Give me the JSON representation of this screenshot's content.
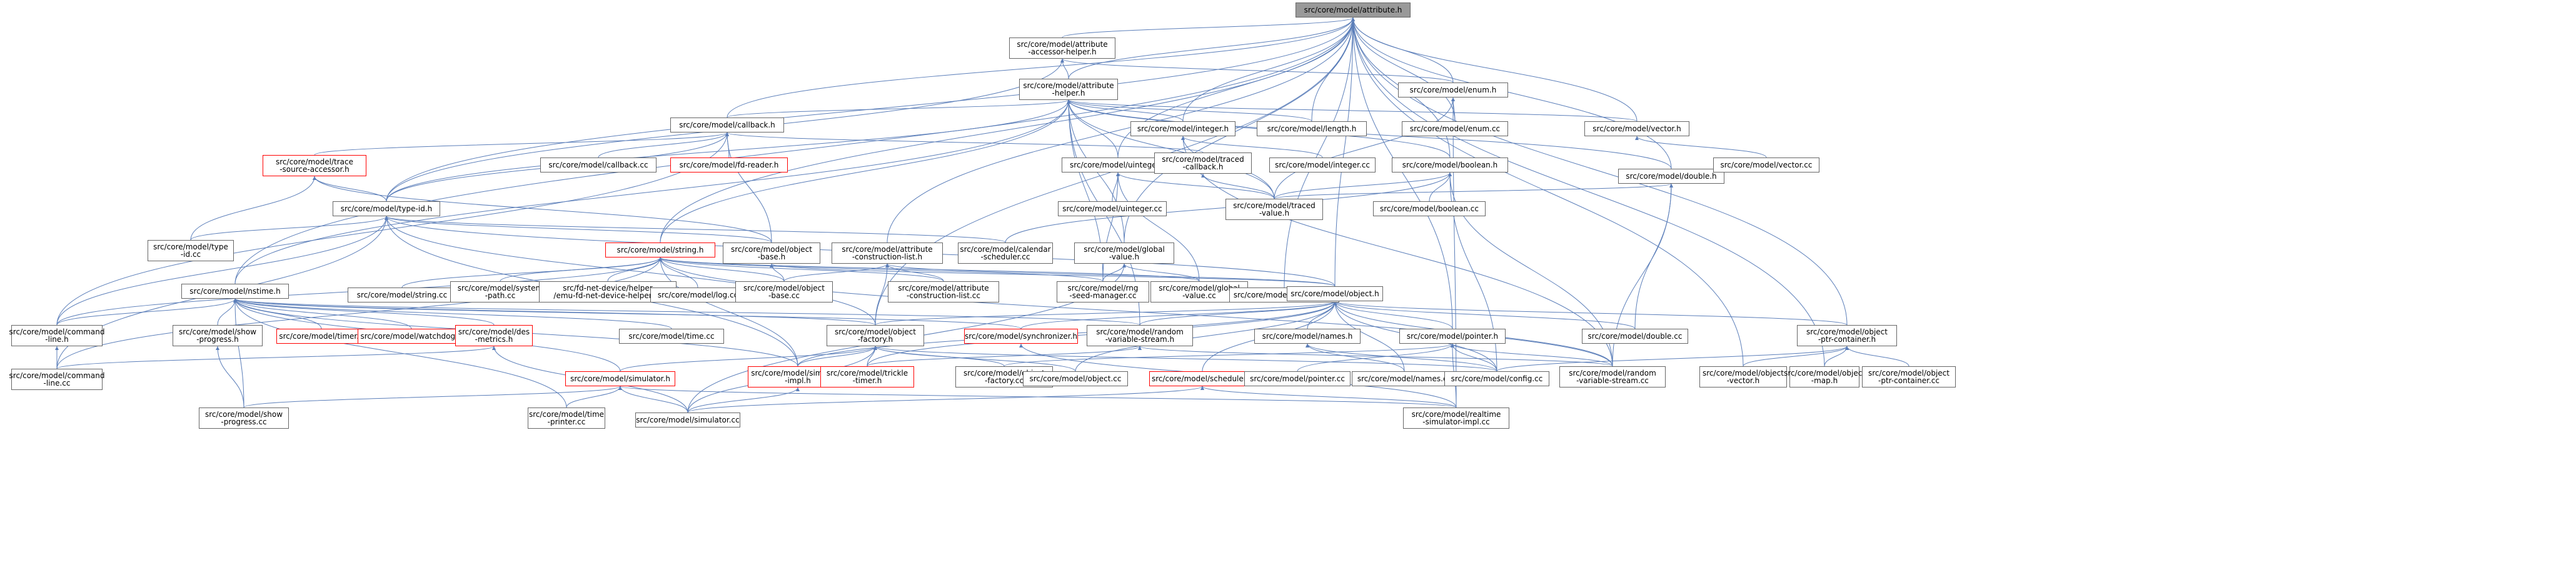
{
  "colors": {
    "edge": "#5b7eb9",
    "border": "#666666",
    "highlight": "#ff0000",
    "root_fill": "#999999"
  },
  "nodes": [
    {
      "id": "attribute_h",
      "label": "src/core/model/attribute.h",
      "style": "root"
    },
    {
      "id": "attribute_accessor_helper_h",
      "label": "src/core/model/attribute\n-accessor-helper.h"
    },
    {
      "id": "attribute_helper_h",
      "label": "src/core/model/attribute\n-helper.h"
    },
    {
      "id": "enum_h",
      "label": "src/core/model/enum.h"
    },
    {
      "id": "callback_h",
      "label": "src/core/model/callback.h"
    },
    {
      "id": "integer_h",
      "label": "src/core/model/integer.h"
    },
    {
      "id": "length_h",
      "label": "src/core/model/length.h"
    },
    {
      "id": "enum_cc",
      "label": "src/core/model/enum.cc"
    },
    {
      "id": "vector_h",
      "label": "src/core/model/vector.h"
    },
    {
      "id": "trace_source_accessor_h",
      "label": "src/core/model/trace\n-source-accessor.h",
      "style": "red"
    },
    {
      "id": "callback_cc",
      "label": "src/core/model/callback.cc"
    },
    {
      "id": "fd_reader_h",
      "label": "src/core/model/fd-reader.h",
      "style": "red"
    },
    {
      "id": "uinteger_h",
      "label": "src/core/model/uinteger.h"
    },
    {
      "id": "traced_callback_h",
      "label": "src/core/model/traced\n-callback.h"
    },
    {
      "id": "integer_cc",
      "label": "src/core/model/integer.cc"
    },
    {
      "id": "boolean_h",
      "label": "src/core/model/boolean.h"
    },
    {
      "id": "double_h",
      "label": "src/core/model/double.h"
    },
    {
      "id": "vector_cc",
      "label": "src/core/model/vector.cc"
    },
    {
      "id": "type_id_h",
      "label": "src/core/model/type-id.h"
    },
    {
      "id": "uinteger_cc",
      "label": "src/core/model/uinteger.cc"
    },
    {
      "id": "traced_value_h",
      "label": "src/core/model/traced\n-value.h"
    },
    {
      "id": "boolean_cc",
      "label": "src/core/model/boolean.cc"
    },
    {
      "id": "type_id_cc",
      "label": "src/core/model/type\n-id.cc"
    },
    {
      "id": "string_h",
      "label": "src/core/model/string.h",
      "style": "red"
    },
    {
      "id": "object_base_h",
      "label": "src/core/model/object\n-base.h"
    },
    {
      "id": "attribute_construction_list_h",
      "label": "src/core/model/attribute\n-construction-list.h"
    },
    {
      "id": "calendar_scheduler_cc",
      "label": "src/core/model/calendar\n-scheduler.cc"
    },
    {
      "id": "global_value_h",
      "label": "src/core/model/global\n-value.h"
    },
    {
      "id": "nstime_h",
      "label": "src/core/model/nstime.h"
    },
    {
      "id": "string_cc",
      "label": "src/core/model/string.cc"
    },
    {
      "id": "system_path_cc",
      "label": "src/core/model/system\n-path.cc"
    },
    {
      "id": "fd_net_device_helper_cc",
      "label": "src/fd-net-device/helper\n/emu-fd-net-device-helper.cc"
    },
    {
      "id": "log_cc",
      "label": "src/core/model/log.cc"
    },
    {
      "id": "object_base_cc",
      "label": "src/core/model/object\n-base.cc"
    },
    {
      "id": "attribute_construction_list_cc",
      "label": "src/core/model/attribute\n-construction-list.cc"
    },
    {
      "id": "rng_seed_manager_cc",
      "label": "src/core/model/rng\n-seed-manager.cc"
    },
    {
      "id": "global_value_cc",
      "label": "src/core/model/global\n-value.cc"
    },
    {
      "id": "attribute_cc",
      "label": "src/core/model/attribute.cc"
    },
    {
      "id": "object_h",
      "label": "src/core/model/object.h"
    },
    {
      "id": "command_line_h",
      "label": "src/core/model/command\n-line.h"
    },
    {
      "id": "show_progress_h",
      "label": "src/core/model/show\n-progress.h"
    },
    {
      "id": "timer_h",
      "label": "src/core/model/timer.h",
      "style": "red"
    },
    {
      "id": "watchdog_h",
      "label": "src/core/model/watchdog.h",
      "style": "red"
    },
    {
      "id": "des_metrics_h",
      "label": "src/core/model/des\n-metrics.h",
      "style": "red"
    },
    {
      "id": "time_cc",
      "label": "src/core/model/time.cc"
    },
    {
      "id": "object_factory_h",
      "label": "src/core/model/object\n-factory.h"
    },
    {
      "id": "synchronizer_h",
      "label": "src/core/model/synchronizer.h",
      "style": "red"
    },
    {
      "id": "random_variable_stream_h",
      "label": "src/core/model/random\n-variable-stream.h"
    },
    {
      "id": "names_h",
      "label": "src/core/model/names.h"
    },
    {
      "id": "pointer_h",
      "label": "src/core/model/pointer.h"
    },
    {
      "id": "double_cc",
      "label": "src/core/model/double.cc"
    },
    {
      "id": "object_ptr_container_h",
      "label": "src/core/model/object\n-ptr-container.h"
    },
    {
      "id": "command_line_cc",
      "label": "src/core/model/command\n-line.cc"
    },
    {
      "id": "simulator_h",
      "label": "src/core/model/simulator.h",
      "style": "red"
    },
    {
      "id": "simulator_impl_h",
      "label": "src/core/model/simulator\n-impl.h",
      "style": "red"
    },
    {
      "id": "trickle_timer_h",
      "label": "src/core/model/trickle\n-timer.h",
      "style": "red"
    },
    {
      "id": "object_factory_cc",
      "label": "src/core/model/object\n-factory.cc"
    },
    {
      "id": "object_cc",
      "label": "src/core/model/object.cc"
    },
    {
      "id": "scheduler_h",
      "label": "src/core/model/scheduler.h",
      "style": "red"
    },
    {
      "id": "pointer_cc",
      "label": "src/core/model/pointer.cc"
    },
    {
      "id": "names_cc",
      "label": "src/core/model/names.cc"
    },
    {
      "id": "config_cc",
      "label": "src/core/model/config.cc"
    },
    {
      "id": "random_variable_stream_cc",
      "label": "src/core/model/random\n-variable-stream.cc"
    },
    {
      "id": "object_vector_h",
      "label": "src/core/model/object\n-vector.h"
    },
    {
      "id": "object_map_h",
      "label": "src/core/model/object\n-map.h"
    },
    {
      "id": "object_ptr_container_cc",
      "label": "src/core/model/object\n-ptr-container.cc"
    },
    {
      "id": "show_progress_cc",
      "label": "src/core/model/show\n-progress.cc"
    },
    {
      "id": "time_printer_cc",
      "label": "src/core/model/time\n-printer.cc"
    },
    {
      "id": "simulator_cc",
      "label": "src/core/model/simulator.cc"
    },
    {
      "id": "realtime_simulator_impl_cc",
      "label": "src/core/model/realtime\n-simulator-impl.cc"
    }
  ],
  "edges": [
    [
      "attribute_h",
      "attribute_accessor_helper_h"
    ],
    [
      "attribute_h",
      "attribute_helper_h"
    ],
    [
      "attribute_h",
      "enum_h"
    ],
    [
      "attribute_h",
      "callback_h"
    ],
    [
      "attribute_h",
      "integer_h"
    ],
    [
      "attribute_h",
      "length_h"
    ],
    [
      "attribute_h",
      "vector_h"
    ],
    [
      "attribute_h",
      "uinteger_h"
    ],
    [
      "attribute_h",
      "boolean_h"
    ],
    [
      "attribute_h",
      "double_h"
    ],
    [
      "attribute_h",
      "type_id_h"
    ],
    [
      "attribute_h",
      "attribute_construction_list_h"
    ],
    [
      "attribute_h",
      "global_value_h"
    ],
    [
      "attribute_h",
      "nstime_h"
    ],
    [
      "attribute_h",
      "object_h"
    ],
    [
      "attribute_h",
      "pointer_h"
    ],
    [
      "attribute_h",
      "object_ptr_container_h"
    ],
    [
      "attribute_h",
      "attribute_cc"
    ],
    [
      "attribute_h",
      "object_vector_h"
    ],
    [
      "attribute_h",
      "object_map_h"
    ],
    [
      "attribute_h",
      "string_h"
    ],
    [
      "attribute_h",
      "object_factory_h"
    ],
    [
      "attribute_h",
      "enum_cc"
    ],
    [
      "attribute_accessor_helper_h",
      "attribute_helper_h"
    ],
    [
      "attribute_accessor_helper_h",
      "enum_h"
    ],
    [
      "attribute_accessor_helper_h",
      "type_id_h"
    ],
    [
      "attribute_helper_h",
      "callback_h"
    ],
    [
      "attribute_helper_h",
      "integer_h"
    ],
    [
      "attribute_helper_h",
      "length_h"
    ],
    [
      "attribute_helper_h",
      "vector_h"
    ],
    [
      "attribute_helper_h",
      "uinteger_h"
    ],
    [
      "attribute_helper_h",
      "boolean_h"
    ],
    [
      "attribute_helper_h",
      "double_h"
    ],
    [
      "attribute_helper_h",
      "type_id_h"
    ],
    [
      "attribute_helper_h",
      "string_h"
    ],
    [
      "attribute_helper_h",
      "nstime_h"
    ],
    [
      "attribute_helper_h",
      "global_value_h"
    ],
    [
      "attribute_helper_h",
      "random_variable_stream_h"
    ],
    [
      "attribute_helper_h",
      "traced_value_h"
    ],
    [
      "attribute_helper_h",
      "rng_seed_manager_cc"
    ],
    [
      "enum_h",
      "enum_cc"
    ],
    [
      "enum_h",
      "traced_value_h"
    ],
    [
      "enum_h",
      "realtime_simulator_impl_cc"
    ],
    [
      "callback_h",
      "trace_source_accessor_h"
    ],
    [
      "callback_h",
      "callback_cc"
    ],
    [
      "callback_h",
      "fd_reader_h"
    ],
    [
      "callback_h",
      "traced_callback_h"
    ],
    [
      "callback_h",
      "type_id_h"
    ],
    [
      "callback_h",
      "object_base_h"
    ],
    [
      "callback_h",
      "command_line_h"
    ],
    [
      "integer_h",
      "integer_cc"
    ],
    [
      "integer_h",
      "traced_value_h"
    ],
    [
      "integer_h",
      "random_variable_stream_cc"
    ],
    [
      "vector_h",
      "vector_cc"
    ],
    [
      "trace_source_accessor_h",
      "type_id_h"
    ],
    [
      "trace_source_accessor_h",
      "type_id_cc"
    ],
    [
      "trace_source_accessor_h",
      "object_base_h"
    ],
    [
      "uinteger_h",
      "uinteger_cc"
    ],
    [
      "uinteger_h",
      "traced_value_h"
    ],
    [
      "uinteger_h",
      "global_value_cc"
    ],
    [
      "uinteger_h",
      "rng_seed_manager_cc"
    ],
    [
      "traced_callback_h",
      "traced_value_h"
    ],
    [
      "boolean_h",
      "boolean_cc"
    ],
    [
      "boolean_h",
      "traced_value_h"
    ],
    [
      "boolean_h",
      "calendar_scheduler_cc"
    ],
    [
      "boolean_h",
      "random_variable_stream_cc"
    ],
    [
      "boolean_h",
      "config_cc"
    ],
    [
      "double_h",
      "traced_value_h"
    ],
    [
      "double_h",
      "double_cc"
    ],
    [
      "double_h",
      "random_variable_stream_cc"
    ],
    [
      "type_id_h",
      "type_id_cc"
    ],
    [
      "type_id_h",
      "object_base_h"
    ],
    [
      "type_id_h",
      "calendar_scheduler_cc"
    ],
    [
      "type_id_h",
      "command_line_h"
    ],
    [
      "type_id_h",
      "command_line_cc"
    ],
    [
      "type_id_h",
      "object_h"
    ],
    [
      "type_id_h",
      "object_factory_h"
    ],
    [
      "type_id_h",
      "simulator_impl_h"
    ],
    [
      "string_h",
      "string_cc"
    ],
    [
      "string_h",
      "system_path_cc"
    ],
    [
      "string_h",
      "fd_net_device_helper_cc"
    ],
    [
      "string_h",
      "log_cc"
    ],
    [
      "string_h",
      "object_base_cc"
    ],
    [
      "string_h",
      "attribute_construction_list_cc"
    ],
    [
      "string_h",
      "command_line_h"
    ],
    [
      "string_h",
      "command_line_cc"
    ],
    [
      "string_h",
      "global_value_cc"
    ],
    [
      "string_h",
      "rng_seed_manager_cc"
    ],
    [
      "string_h",
      "random_variable_stream_cc"
    ],
    [
      "string_h",
      "simulator_impl_h"
    ],
    [
      "object_base_h",
      "object_base_cc"
    ],
    [
      "object_base_h",
      "object_h"
    ],
    [
      "attribute_construction_list_h",
      "attribute_construction_list_cc"
    ],
    [
      "attribute_construction_list_h",
      "object_base_cc"
    ],
    [
      "attribute_construction_list_h",
      "object_factory_h"
    ],
    [
      "attribute_construction_list_h",
      "object_h"
    ],
    [
      "global_value_h",
      "global_value_cc"
    ],
    [
      "global_value_h",
      "rng_seed_manager_cc"
    ],
    [
      "global_value_h",
      "simulator_cc"
    ],
    [
      "nstime_h",
      "command_line_h"
    ],
    [
      "nstime_h",
      "show_progress_h"
    ],
    [
      "nstime_h",
      "timer_h"
    ],
    [
      "nstime_h",
      "watchdog_h"
    ],
    [
      "nstime_h",
      "des_metrics_h"
    ],
    [
      "nstime_h",
      "time_cc"
    ],
    [
      "nstime_h",
      "object_factory_h"
    ],
    [
      "nstime_h",
      "synchronizer_h"
    ],
    [
      "nstime_h",
      "simulator_h"
    ],
    [
      "nstime_h",
      "simulator_impl_h"
    ],
    [
      "nstime_h",
      "show_progress_cc"
    ],
    [
      "nstime_h",
      "time_printer_cc"
    ],
    [
      "nstime_h",
      "random_variable_stream_h"
    ],
    [
      "command_line_h",
      "command_line_cc"
    ],
    [
      "show_progress_h",
      "show_progress_cc"
    ],
    [
      "des_metrics_h",
      "command_line_cc"
    ],
    [
      "des_metrics_h",
      "simulator_cc"
    ],
    [
      "object_h",
      "object_factory_h"
    ],
    [
      "object_h",
      "synchronizer_h"
    ],
    [
      "object_h",
      "random_variable_stream_h"
    ],
    [
      "object_h",
      "names_h"
    ],
    [
      "object_h",
      "pointer_h"
    ],
    [
      "object_h",
      "double_cc"
    ],
    [
      "object_h",
      "object_ptr_container_h"
    ],
    [
      "object_h",
      "scheduler_h"
    ],
    [
      "object_h",
      "object_cc"
    ],
    [
      "object_h",
      "config_cc"
    ],
    [
      "object_h",
      "simulator_impl_h"
    ],
    [
      "object_h",
      "trickle_timer_h"
    ],
    [
      "object_h",
      "random_variable_stream_cc"
    ],
    [
      "object_h",
      "names_cc"
    ],
    [
      "object_factory_h",
      "simulator_h"
    ],
    [
      "object_factory_h",
      "simulator_impl_h"
    ],
    [
      "object_factory_h",
      "trickle_timer_h"
    ],
    [
      "object_factory_h",
      "object_factory_cc"
    ],
    [
      "object_factory_h",
      "object_cc"
    ],
    [
      "object_factory_h",
      "config_cc"
    ],
    [
      "object_factory_h",
      "simulator_cc"
    ],
    [
      "synchronizer_h",
      "realtime_simulator_impl_cc"
    ],
    [
      "random_variable_stream_h",
      "random_variable_stream_cc"
    ],
    [
      "random_variable_stream_h",
      "trickle_timer_h"
    ],
    [
      "names_h",
      "names_cc"
    ],
    [
      "names_h",
      "config_cc"
    ],
    [
      "pointer_h",
      "pointer_cc"
    ],
    [
      "pointer_h",
      "config_cc"
    ],
    [
      "pointer_h",
      "random_variable_stream_cc"
    ],
    [
      "pointer_h",
      "realtime_simulator_impl_cc"
    ],
    [
      "pointer_h",
      "object_factory_cc"
    ],
    [
      "object_ptr_container_h",
      "object_vector_h"
    ],
    [
      "object_ptr_container_h",
      "object_map_h"
    ],
    [
      "object_ptr_container_h",
      "object_ptr_container_cc"
    ],
    [
      "object_ptr_container_h",
      "config_cc"
    ],
    [
      "simulator_h",
      "show_progress_cc"
    ],
    [
      "simulator_h",
      "time_printer_cc"
    ],
    [
      "simulator_h",
      "simulator_cc"
    ],
    [
      "simulator_h",
      "realtime_simulator_impl_cc"
    ],
    [
      "simulator_impl_h",
      "simulator_cc"
    ],
    [
      "scheduler_h",
      "simulator_cc"
    ],
    [
      "scheduler_h",
      "realtime_simulator_impl_cc"
    ]
  ]
}
